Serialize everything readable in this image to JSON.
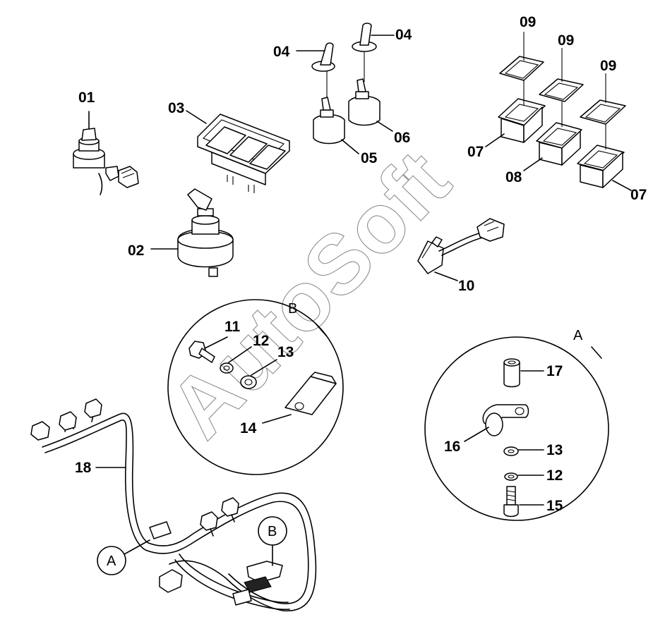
{
  "watermark": "AutoSoft",
  "labels": {
    "l01": "01",
    "l02": "02",
    "l03": "03",
    "l04a": "04",
    "l04b": "04",
    "l05": "05",
    "l06": "06",
    "l07a": "07",
    "l07b": "07",
    "l08": "08",
    "l09a": "09",
    "l09b": "09",
    "l09c": "09",
    "l10": "10",
    "l11": "11",
    "l12a": "12",
    "l12b": "12",
    "l13a": "13",
    "l13b": "13",
    "l14": "14",
    "l15": "15",
    "l16": "16",
    "l17": "17",
    "l18": "18"
  },
  "callouts": {
    "detail_a": "A",
    "detail_b": "B",
    "ref_a": "A",
    "ref_b": "B"
  }
}
